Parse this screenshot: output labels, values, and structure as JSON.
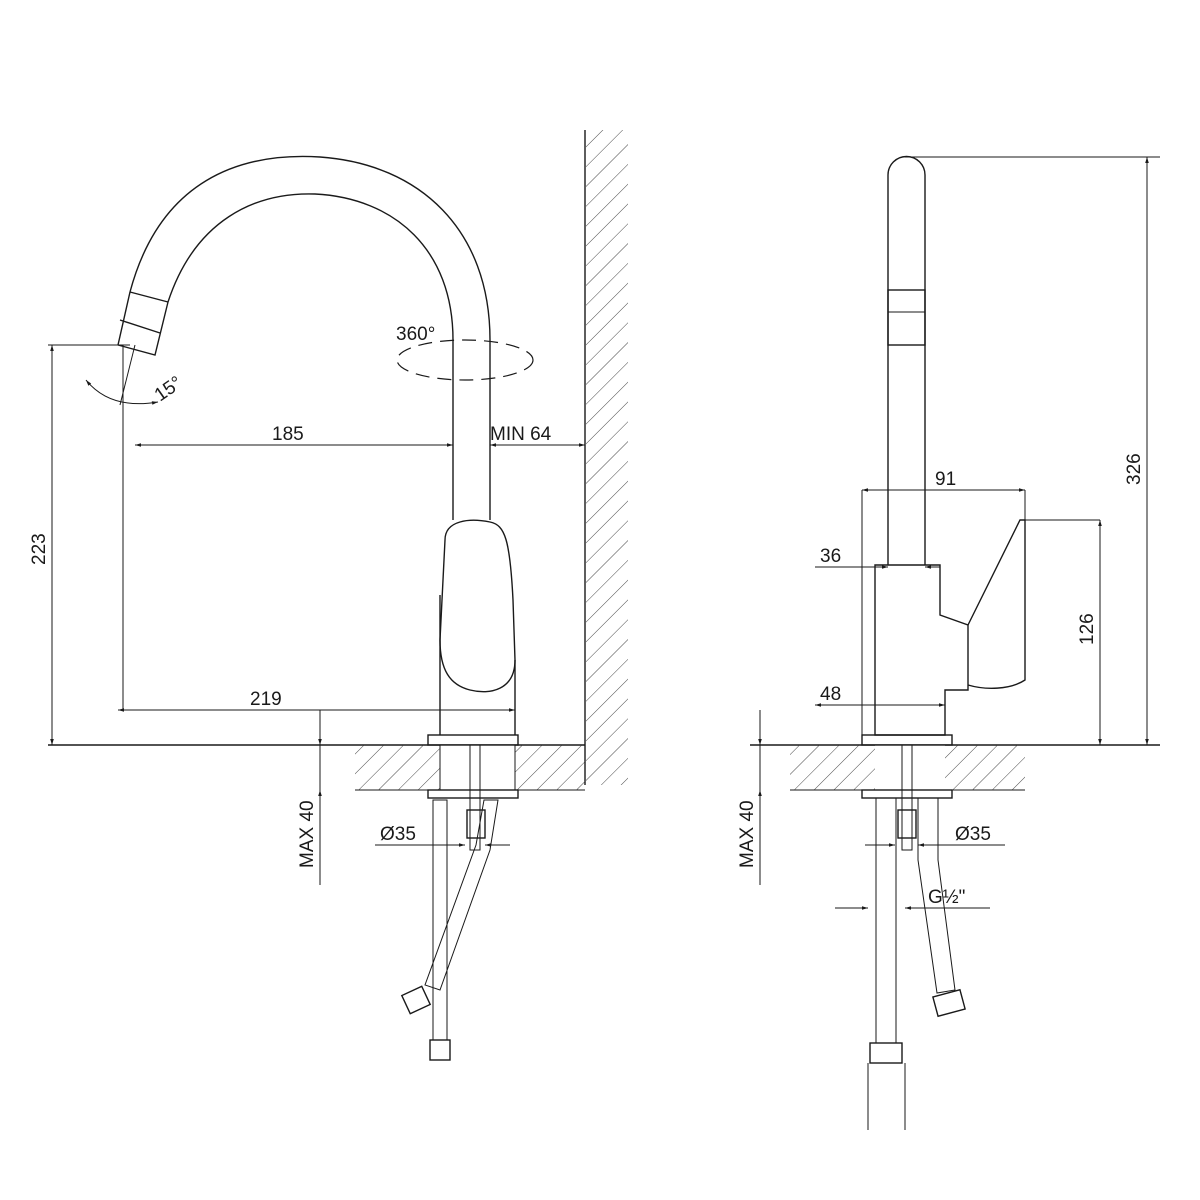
{
  "side_view": {
    "angle_rotation": "360°",
    "angle_tilt": "15°",
    "dim_reach": "185",
    "dim_wall_clearance": "MIN 64",
    "dim_total_reach": "219",
    "dim_spout_height": "223",
    "dim_counter_thickness": "MAX 40",
    "dim_hole_diameter": "Ø35"
  },
  "front_view": {
    "dim_body_depth": "91",
    "dim_tube_diameter": "36",
    "dim_base_diameter": "48",
    "dim_handle_height": "126",
    "dim_total_height": "326",
    "dim_counter_thickness": "MAX 40",
    "dim_hole_diameter": "Ø35",
    "dim_thread": "G½\""
  },
  "colors": {
    "line": "#1a1a1a",
    "background": "#ffffff"
  }
}
